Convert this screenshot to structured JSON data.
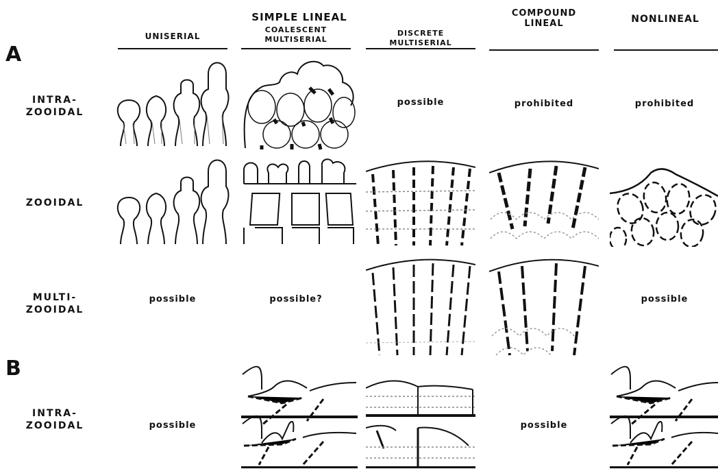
{
  "group_header": "SIMPLE LINEAL",
  "columns": [
    {
      "id": "uniserial",
      "label": "UNISERIAL"
    },
    {
      "id": "coalescent",
      "label_line1": "COALESCENT",
      "label_line2": "MULTISERIAL"
    },
    {
      "id": "discrete",
      "label_line1": "DISCRETE",
      "label_line2": "MULTISERIAL"
    },
    {
      "id": "compound",
      "label_line1": "COMPOUND",
      "label_line2": "LINEAL"
    },
    {
      "id": "nonlineal",
      "label": "NONLINEAL"
    }
  ],
  "section_a": {
    "label": "A",
    "rows": [
      {
        "id": "intrazooidal",
        "label_line1": "INTRA-",
        "label_line2": "ZOOIDAL",
        "cells": {
          "discrete": "possible",
          "compound": "prohibited",
          "nonlineal": "prohibited"
        }
      },
      {
        "id": "zooidal",
        "label": "ZOOIDAL"
      },
      {
        "id": "multizooidal",
        "label_line1": "MULTI-",
        "label_line2": "ZOOIDAL",
        "cells": {
          "uniserial": "possible",
          "coalescent": "possible?",
          "nonlineal": "possible"
        }
      }
    ]
  },
  "section_b": {
    "label": "B",
    "rows": [
      {
        "id": "intrazooidal_b",
        "label_line1": "INTRA-",
        "label_line2": "ZOOIDAL",
        "cells": {
          "uniserial": "possible",
          "compound": "possible"
        }
      }
    ]
  }
}
